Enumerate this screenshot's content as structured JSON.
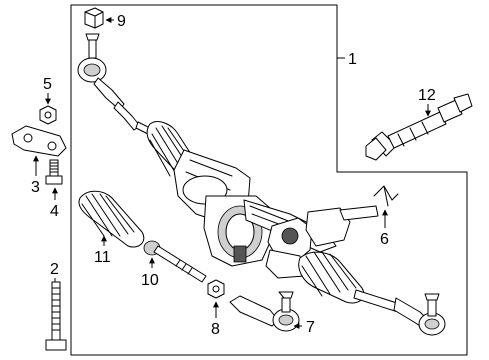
{
  "diagram": {
    "callouts": {
      "c1": "1",
      "c2": "2",
      "c3": "3",
      "c4": "4",
      "c5": "5",
      "c6": "6",
      "c7": "7",
      "c8": "8",
      "c9": "9",
      "c10": "10",
      "c11": "11",
      "c12": "12"
    },
    "colors": {
      "line": "#000000",
      "background": "#ffffff",
      "shade": "#cfcfcf"
    }
  }
}
